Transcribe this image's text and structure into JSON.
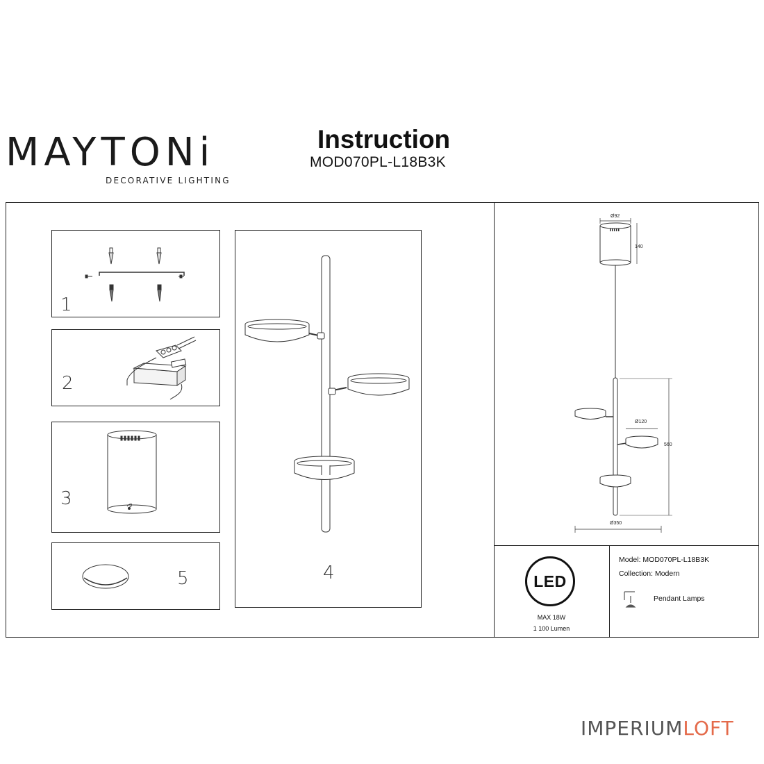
{
  "brand": {
    "name": "MAYTONi",
    "tagline": "DECORATIVE LIGHTING"
  },
  "document": {
    "title": "Instruction",
    "model_code": "MOD070PL-L18B3K"
  },
  "steps": [
    {
      "number": "1"
    },
    {
      "number": "2"
    },
    {
      "number": "3"
    },
    {
      "number": "4"
    },
    {
      "number": "5"
    }
  ],
  "dimensions": {
    "canopy_diameter": "Ø92",
    "canopy_height": "140",
    "disc_diameter": "Ø120",
    "rod_length": "560",
    "overall_width": "Ø350"
  },
  "led": {
    "badge": "LED",
    "power": "MAX 18W",
    "lumen": "1 100 Lumen"
  },
  "specs": {
    "model": "Model: MOD070PL-L18B3K",
    "collection": "Collection: Modern",
    "type": "Pendant Lamps"
  },
  "watermark": {
    "part1": "IMPERIUM",
    "part2": "LOFT",
    "color1": "#555555",
    "color2": "#e46a4a"
  }
}
